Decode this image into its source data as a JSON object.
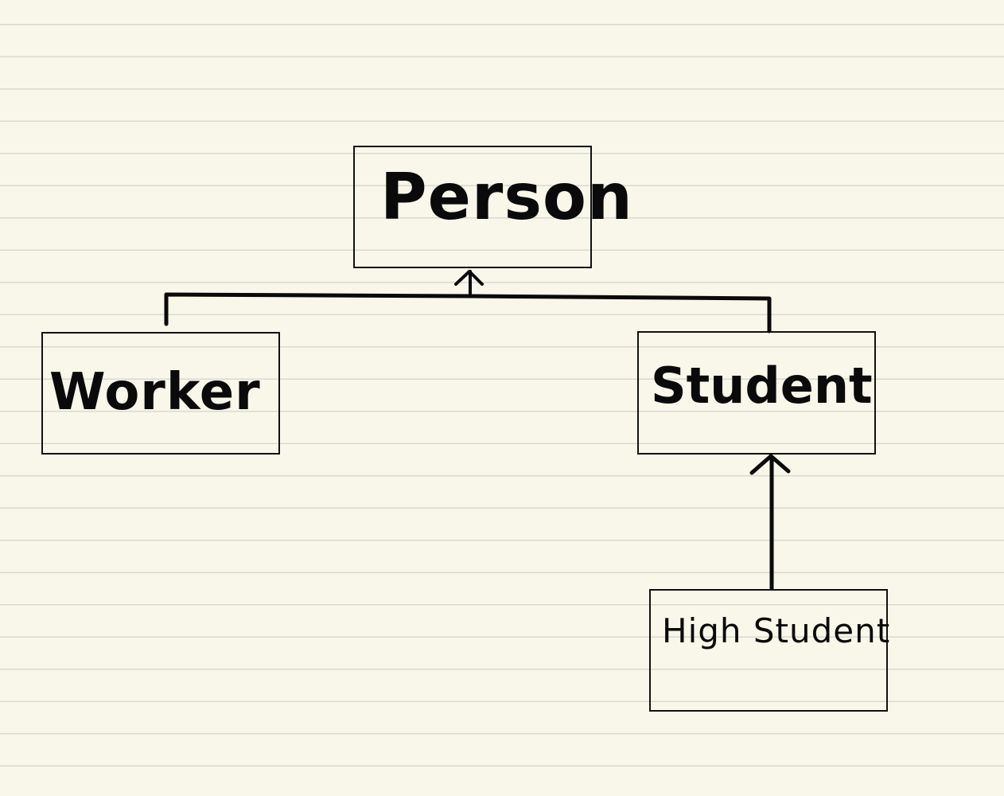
{
  "diagram": {
    "nodes": {
      "person": {
        "label": "Person"
      },
      "worker": {
        "label": "Worker"
      },
      "student": {
        "label": "Student"
      },
      "high_student": {
        "label": "High Student"
      }
    },
    "edges": [
      {
        "from": "worker",
        "to": "person",
        "type": "inheritance"
      },
      {
        "from": "student",
        "to": "person",
        "type": "inheritance"
      },
      {
        "from": "high_student",
        "to": "student",
        "type": "inheritance"
      }
    ],
    "colors": {
      "paper": "#f8f7e9",
      "rule_line": "#d9d9d3",
      "ink": "#0a0a0a"
    }
  }
}
